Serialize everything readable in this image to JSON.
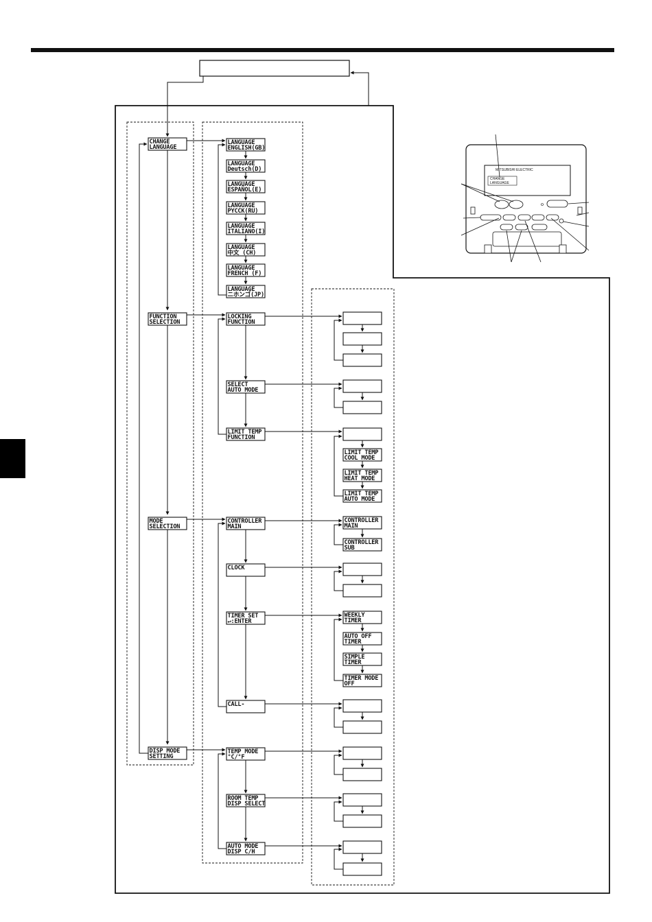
{
  "level1": [
    {
      "id": "change-language",
      "l1": "CHANGE",
      "l2": "LANGUAGE"
    },
    {
      "id": "function-selection",
      "l1": "FUNCTION",
      "l2": "SELECTION"
    },
    {
      "id": "mode-selection",
      "l1": "MODE",
      "l2": "SELECTION"
    },
    {
      "id": "disp-mode-setting",
      "l1": "DISP MODE",
      "l2": "SETTING"
    }
  ],
  "languages": [
    {
      "l1": "LANGUAGE",
      "l2": "ENGLISH(GB)"
    },
    {
      "l1": "LANGUAGE",
      "l2": "Deutsch(D)"
    },
    {
      "l1": "LANGUAGE",
      "l2": "ESPAÑOL(E)"
    },
    {
      "l1": "LANGUAGE",
      "l2": "PYCCK(RU)"
    },
    {
      "l1": "LANGUAGE",
      "l2": "ITALIANO(I)"
    },
    {
      "l1": "LANGUAGE",
      "l2": "中文  (CH)"
    },
    {
      "l1": "LANGUAGE",
      "l2": "FRENCH (F)"
    },
    {
      "l1": "LANGUAGE",
      "l2": "ニホンゴ(JP)"
    }
  ],
  "functions": [
    {
      "l1": "LOCKING",
      "l2": "FUNCTION"
    },
    {
      "l1": "SELECT",
      "l2": "AUTO MODE"
    },
    {
      "l1": "LIMIT TEMP",
      "l2": "FUNCTION"
    },
    {
      "l1": "CONTROLLER",
      "l2": "MAIN"
    },
    {
      "l1": "CLOCK",
      "l2": ""
    },
    {
      "l1": "TIMER SET",
      "l2": "↵:ENTER"
    },
    {
      "l1": "CALL-",
      "l2": ""
    },
    {
      "l1": "TEMP MODE",
      "l2": "°C/°F"
    },
    {
      "l1": "ROOM TEMP",
      "l2": "DISP SELECT"
    },
    {
      "l1": "AUTO MODE",
      "l2": "DISP C/H"
    }
  ],
  "options": {
    "limit_temp": [
      {
        "l1": "LIMIT TEMP",
        "l2": "COOL MODE"
      },
      {
        "l1": "LIMIT TEMP",
        "l2": "HEAT MODE"
      },
      {
        "l1": "LIMIT TEMP",
        "l2": "AUTO MODE"
      }
    ],
    "controller": [
      {
        "l1": "CONTROLLER",
        "l2": "MAIN"
      },
      {
        "l1": "CONTROLLER",
        "l2": "SUB"
      }
    ],
    "timer": [
      {
        "l1": "WEEKLY",
        "l2": "TIMER"
      },
      {
        "l1": "AUTO OFF",
        "l2": "TIMER"
      },
      {
        "l1": "SIMPLE",
        "l2": "TIMER"
      },
      {
        "l1": "TIMER MODE",
        "l2": "OFF"
      }
    ]
  },
  "remote": {
    "brand": "MITSUBISHI ELECTRIC",
    "display_l1": "CHANGE",
    "display_l2": "LANGUAGE"
  },
  "colors": {
    "ink": "#111111",
    "paper": "#ffffff",
    "tab": "#000000"
  }
}
